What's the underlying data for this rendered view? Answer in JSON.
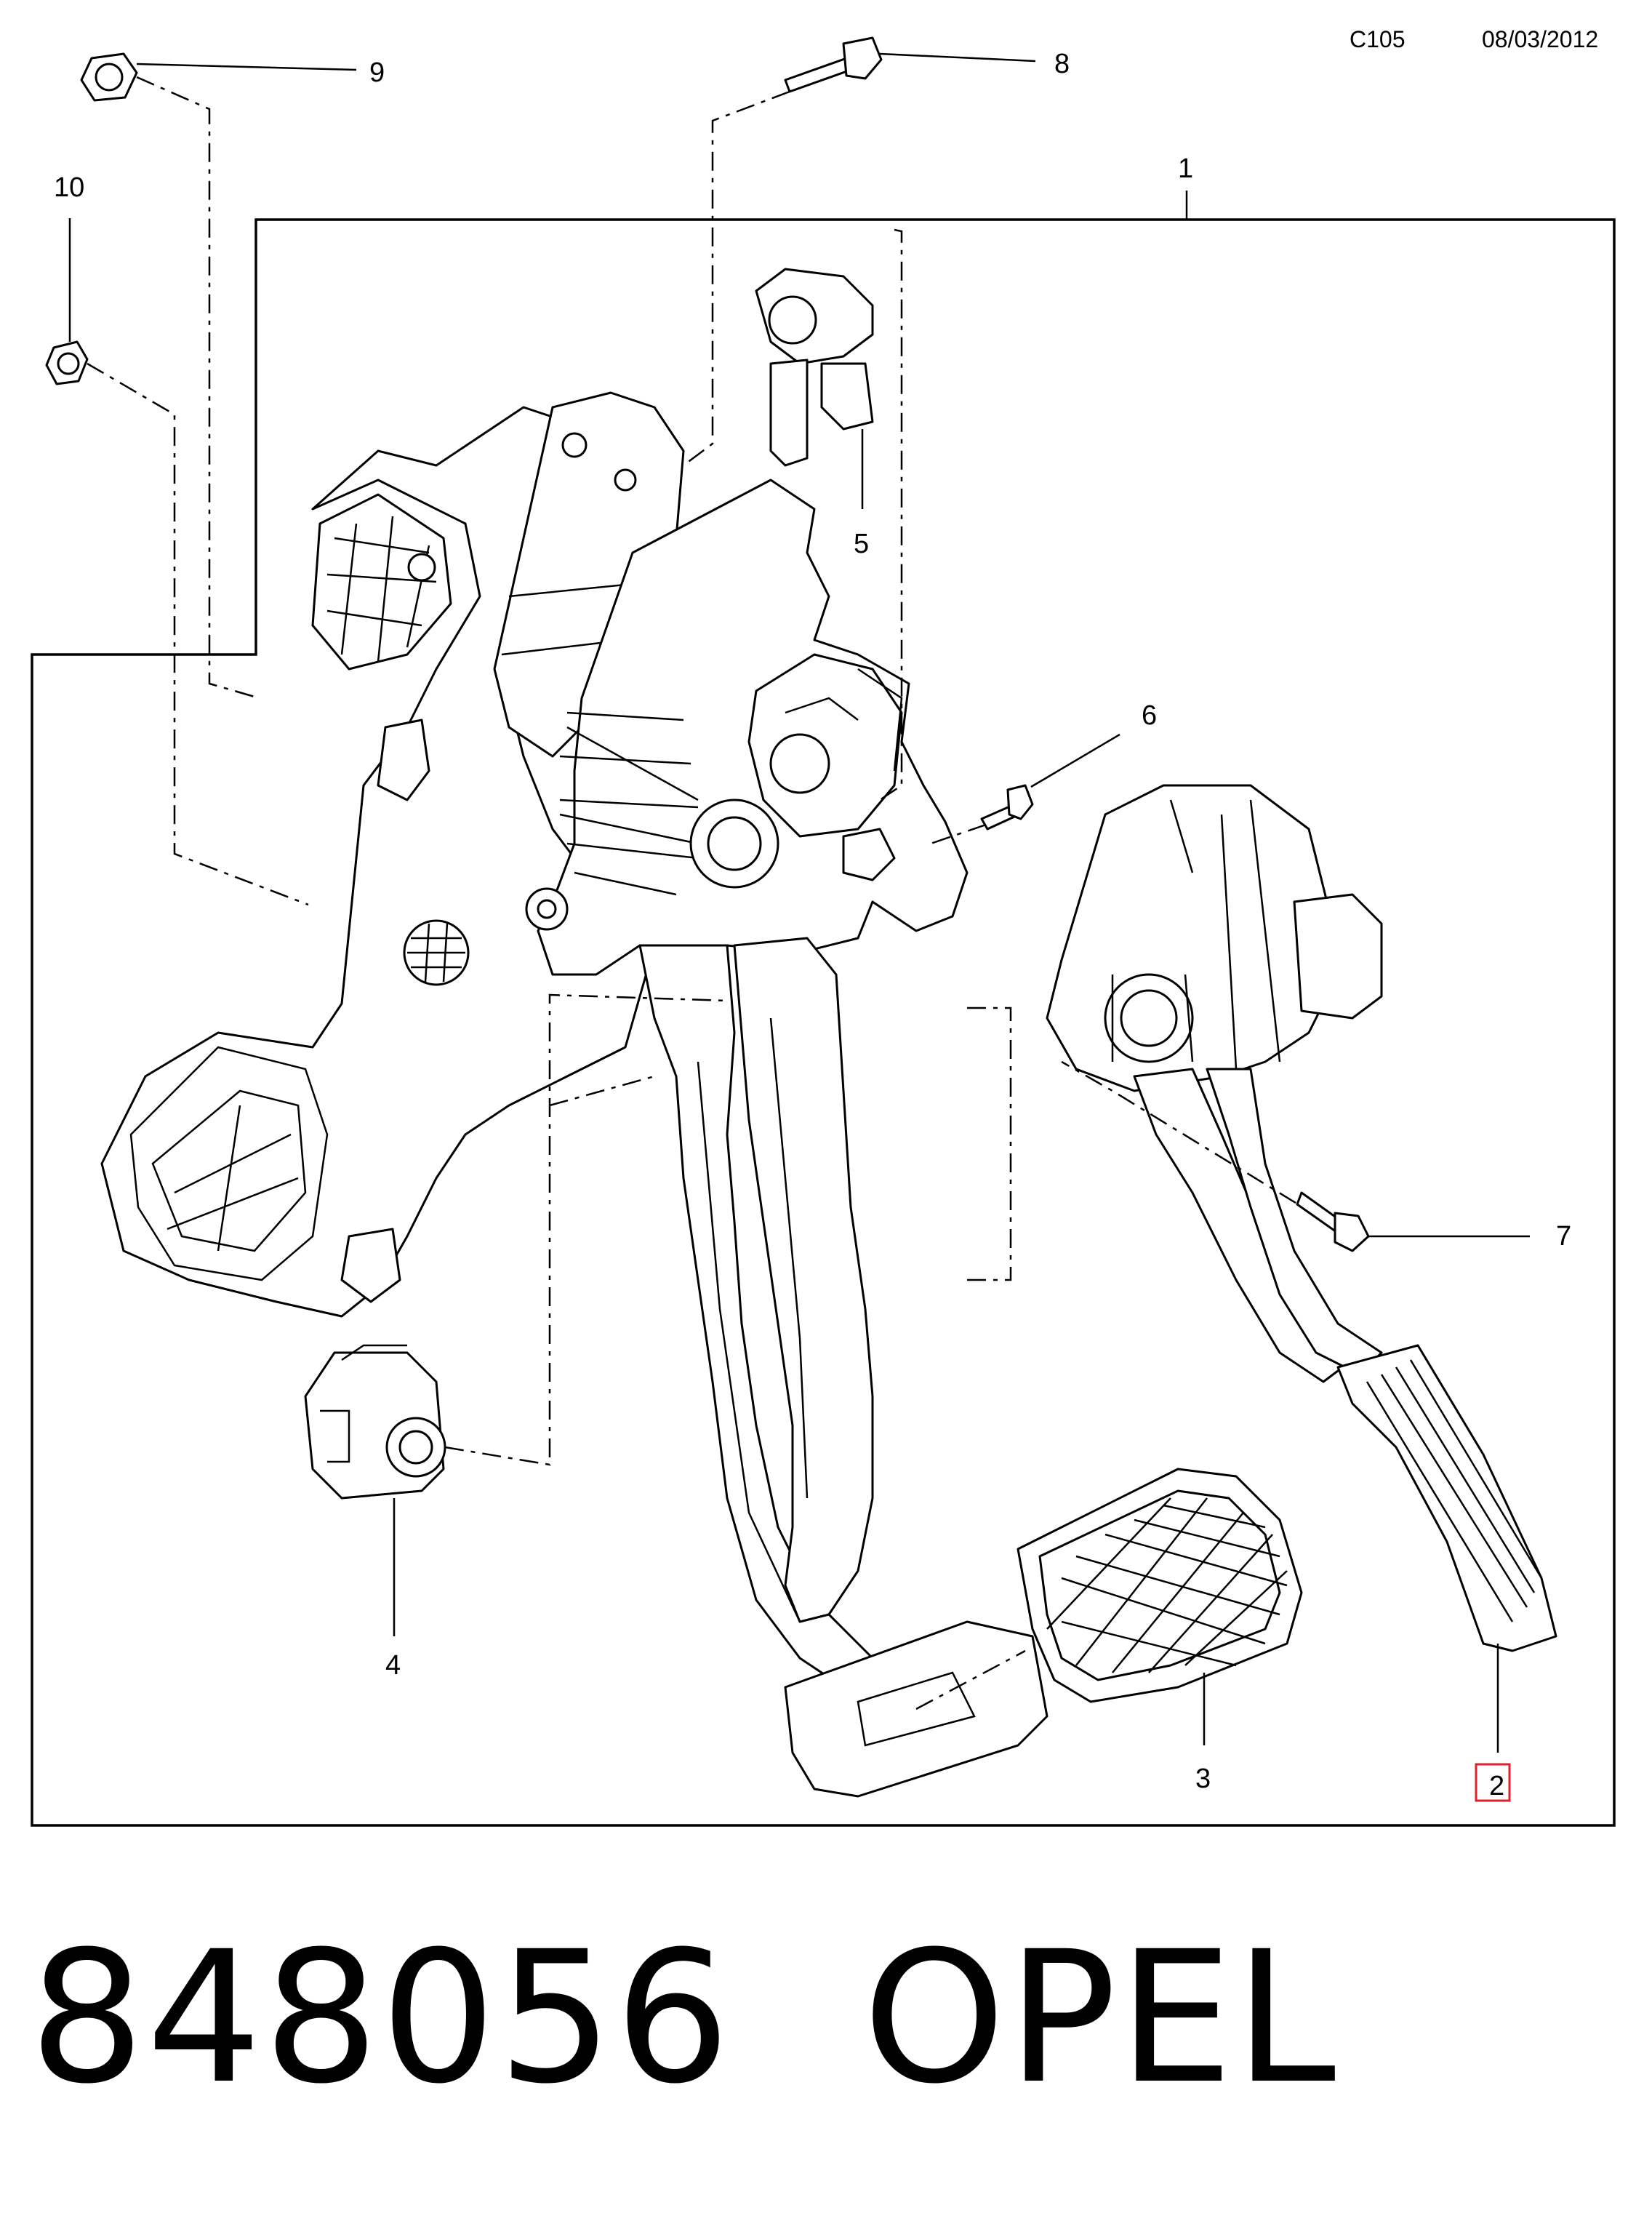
{
  "header": {
    "code": "C105",
    "date": "08/03/2012"
  },
  "callouts": {
    "c1": "1",
    "c2": "2",
    "c3": "3",
    "c4": "4",
    "c5": "5",
    "c6": "6",
    "c7": "7",
    "c8": "8",
    "c9": "9",
    "c10": "10"
  },
  "highlight_color": "#e0202a",
  "footer": {
    "part_number": "848056",
    "brand": "OPEL"
  }
}
